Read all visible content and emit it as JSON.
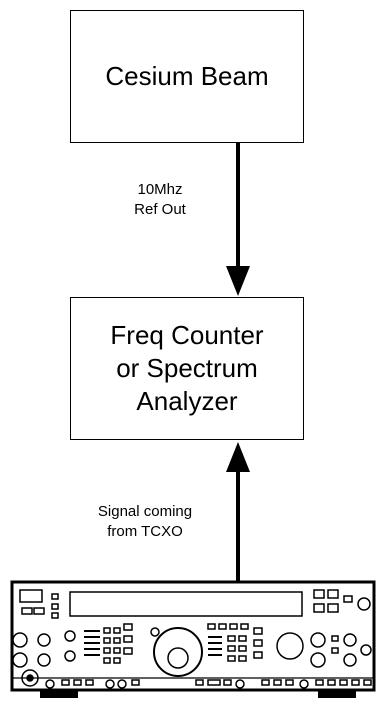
{
  "source_box": {
    "title": "Cesium Beam"
  },
  "instrument_box": {
    "lines": [
      "Freq Counter",
      "or Spectrum",
      "Analyzer"
    ]
  },
  "ref_label": {
    "lines": [
      "10Mhz",
      "Ref Out"
    ]
  },
  "signal_label": {
    "lines": [
      "Signal coming",
      "from TCXO"
    ]
  },
  "colors": {
    "stroke": "#000000",
    "background": "#ffffff"
  }
}
